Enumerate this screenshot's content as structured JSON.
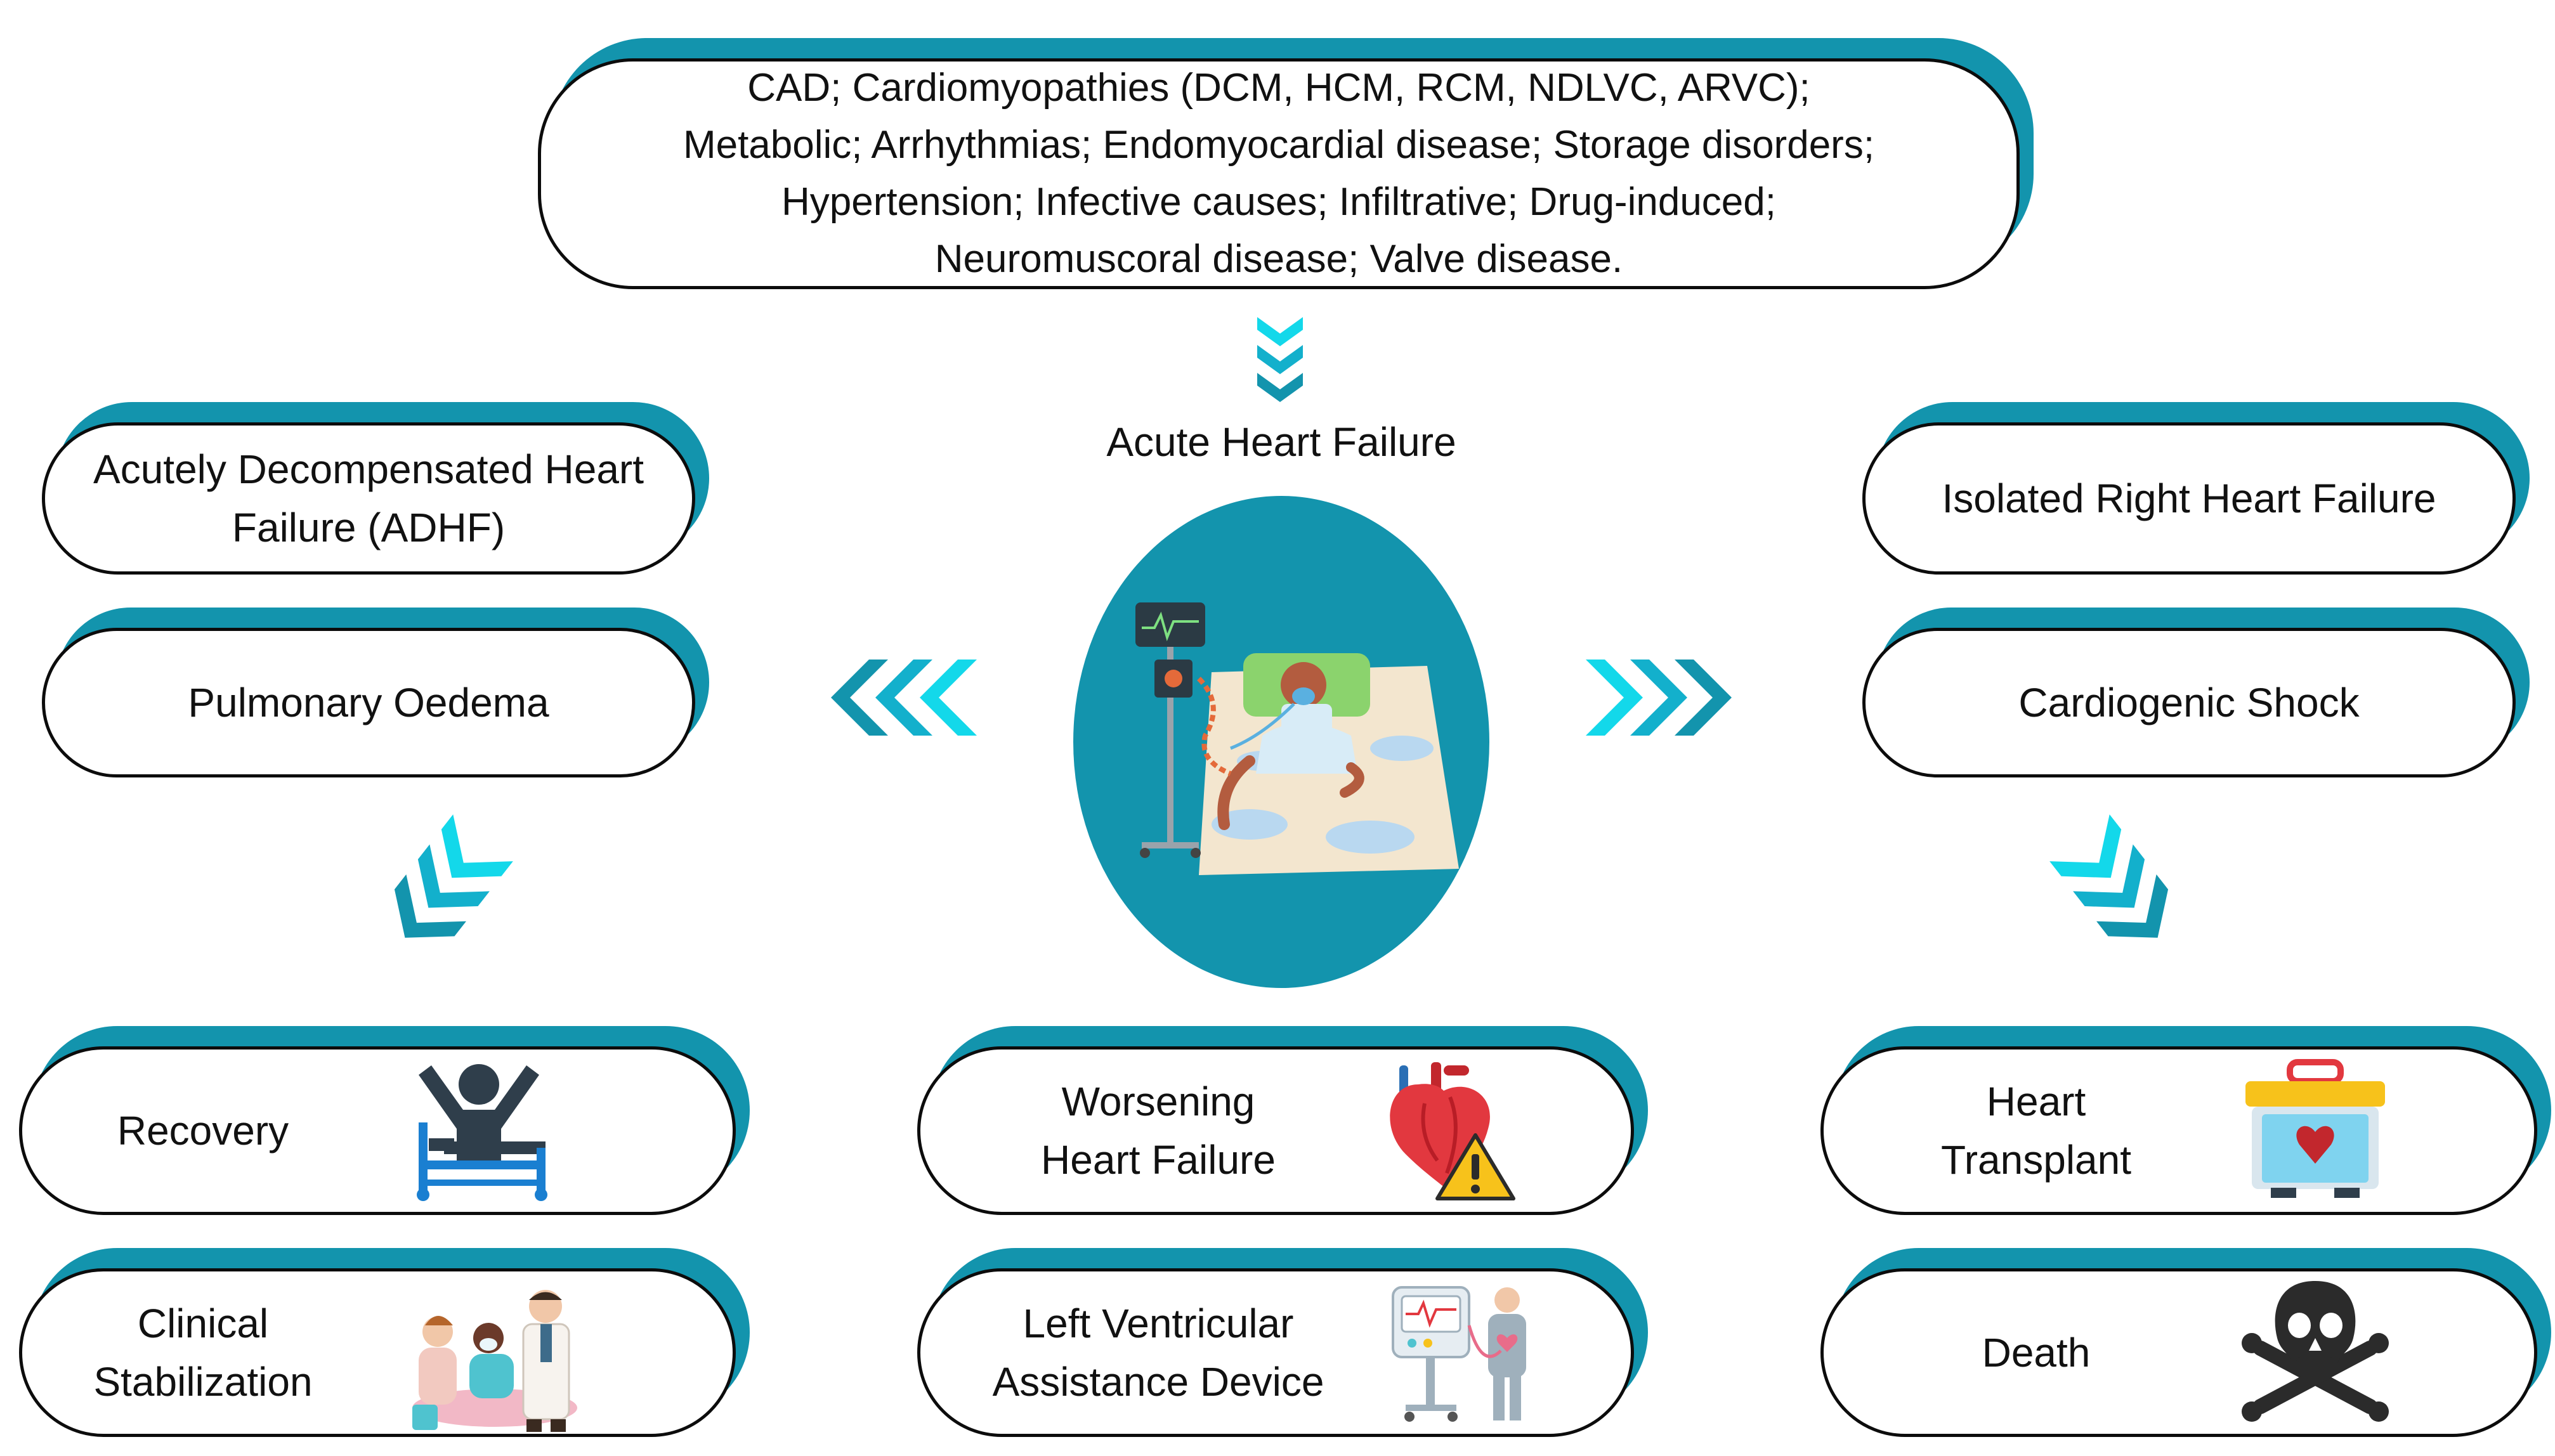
{
  "causes": {
    "lines": [
      "CAD; Cardiomyopathies (DCM, HCM, RCM, NDLVC, ARVC);",
      "Metabolic; Arrhythmias; Endomyocardial disease; Storage disorders;",
      "Hypertension; Infective causes; Infiltrative; Drug-induced;",
      "Neuromuscoral disease; Valve disease."
    ]
  },
  "center": {
    "title": "Acute Heart Failure"
  },
  "left": {
    "adhf": [
      "Acutely Decompensated Heart",
      "Failure (ADHF)"
    ],
    "pulmonary": "Pulmonary Oedema"
  },
  "right": {
    "isolated": "Isolated Right Heart Failure",
    "shock": "Cardiogenic Shock"
  },
  "outcomes": {
    "recovery": "Recovery",
    "stabilization": [
      "Clinical",
      "Stabilization"
    ],
    "worsening": [
      "Worsening",
      "Heart Failure"
    ],
    "lvad": [
      "Left Ventricular",
      "Assistance Device"
    ],
    "transplant": [
      "Heart",
      "Transplant"
    ],
    "death": "Death"
  },
  "colors": {
    "teal": "#1394ad",
    "cyan": "#13d8ea",
    "outline": "#0c0c0c"
  },
  "icons": {
    "recovery": "person-arms-raised-hospital-bed-icon",
    "stabilization": "doctor-nurse-patient-icon",
    "worsening": "heart-warning-icon",
    "lvad": "ventricular-assist-device-icon",
    "transplant": "organ-transport-box-icon",
    "death": "skull-crossbones-icon"
  }
}
